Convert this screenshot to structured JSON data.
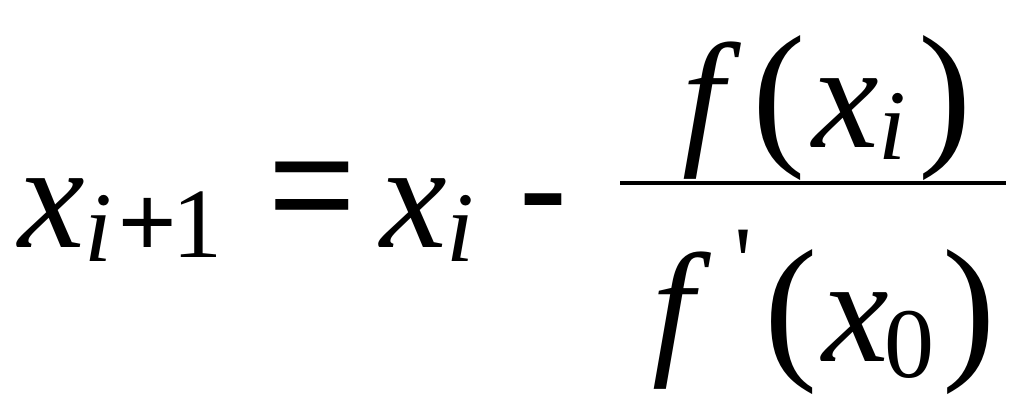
{
  "formula": {
    "lhs_var": "x",
    "lhs_sub_index": "i",
    "lhs_sub_op": "+",
    "lhs_sub_const": "1",
    "equals": "=",
    "rhs_var": "x",
    "rhs_sub": "i",
    "minus": "-",
    "numerator": {
      "func": "f",
      "open_paren": "(",
      "var": "x",
      "sub": "i",
      "close_paren": ")"
    },
    "denominator": {
      "func": "f",
      "prime": "'",
      "open_paren": "(",
      "var": "x",
      "sub": "0",
      "close_paren": ")"
    }
  }
}
